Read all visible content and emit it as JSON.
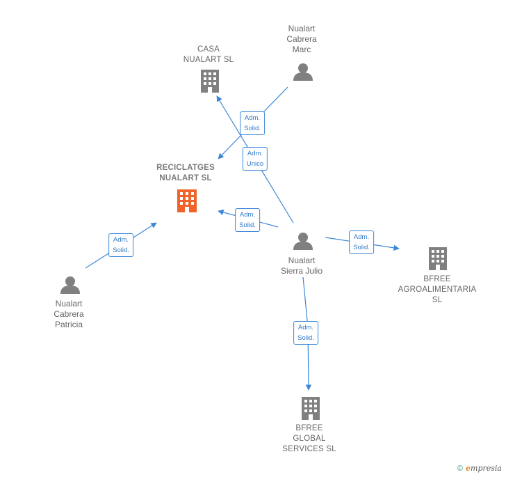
{
  "nodes": {
    "casa": {
      "label": "CASA\nNUALART SL",
      "type": "company"
    },
    "reciclatges": {
      "label": "RECICLATGES\nNUALART  SL",
      "type": "company-focus"
    },
    "bfree_agro": {
      "label": "BFREE\nAGROALIMENTARIA\nSL",
      "type": "company"
    },
    "bfree_global": {
      "label": "BFREE\nGLOBAL\nSERVICES SL",
      "type": "company"
    },
    "marc": {
      "label": "Nualart\nCabrera\nMarc",
      "type": "person"
    },
    "julio": {
      "label": "Nualart\nSierra Julio",
      "type": "person"
    },
    "patricia": {
      "label": "Nualart\nCabrera\nPatricia",
      "type": "person"
    }
  },
  "edges": {
    "marc_casa": {
      "role": "Adm.\nSolid."
    },
    "julio_casa": {
      "role": "Adm.\nUnico"
    },
    "julio_reciclatges": {
      "role": "Adm.\nSolid."
    },
    "patricia_reciclatges": {
      "role": "Adm.\nSolid."
    },
    "julio_bfree_agro": {
      "role": "Adm.\nSolid."
    },
    "julio_bfree_global": {
      "role": "Adm.\nSolid."
    }
  },
  "colors": {
    "edge": "#3a86d8",
    "icon_gray": "#808080",
    "icon_focus": "#f0642c"
  },
  "footer": {
    "copyright": "©",
    "brand_initial": "e",
    "brand_rest": "mpresia"
  }
}
